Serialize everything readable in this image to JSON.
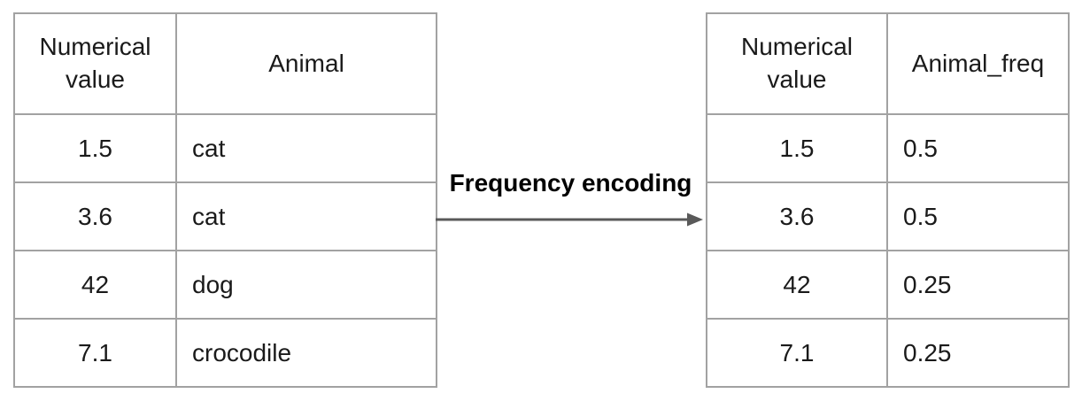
{
  "diagram": {
    "arrow_label": "Frequency encoding",
    "arrow_direction": "right",
    "description": "Two tables linked by an arrow showing a frequency-encoding transformation of the Animal column"
  },
  "left_table": {
    "headers": [
      "Numerical value",
      "Animal"
    ],
    "rows": [
      [
        "1.5",
        "cat"
      ],
      [
        "3.6",
        "cat"
      ],
      [
        "42",
        "dog"
      ],
      [
        "7.1",
        "crocodile"
      ]
    ]
  },
  "right_table": {
    "headers": [
      "Numerical value",
      "Animal_freq"
    ],
    "rows": [
      [
        "1.5",
        "0.5"
      ],
      [
        "3.6",
        "0.5"
      ],
      [
        "42",
        "0.25"
      ],
      [
        "7.1",
        "0.25"
      ]
    ]
  },
  "colors": {
    "background": "#ffffff",
    "table_border": "#a2a2a2",
    "cell_text": "#1a1a1a",
    "label_text": "#000000",
    "arrow": "#595959"
  }
}
